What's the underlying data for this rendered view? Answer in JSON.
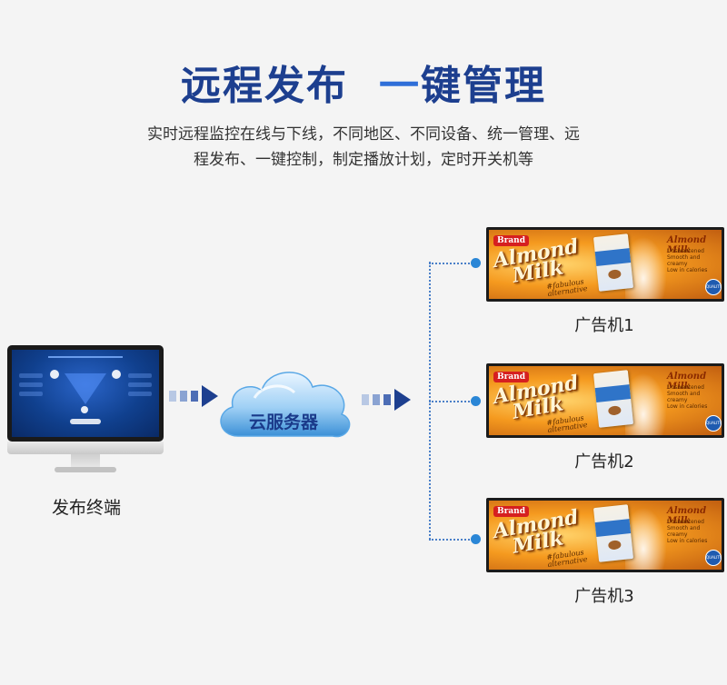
{
  "header": {
    "title_part1": "远程发布",
    "title_part2_dash": "一",
    "title_part2_rest": "键管理",
    "subtitle_line1": "实时远程监控在线与下线，不同地区、不同设备、统一管理、远",
    "subtitle_line2": "程发布、一键控制，制定播放计划，定时开关机等"
  },
  "terminal": {
    "label": "发布终端"
  },
  "cloud": {
    "label": "云服务器"
  },
  "ad": {
    "brand": "Brand",
    "name_line1": "Almond",
    "name_line2": "Milk",
    "tagline1": "#fabulous",
    "tagline2": "alternative",
    "side_title": "Almond Milk",
    "benefits": [
      "Unsweetened",
      "Smooth and creamy",
      "Low in calories"
    ],
    "badge": "QUALITY"
  },
  "displays": [
    {
      "label": "广告机1"
    },
    {
      "label": "广告机2"
    },
    {
      "label": "广告机3"
    }
  ],
  "colors": {
    "title_blue": "#1d3f8f",
    "accent_blue": "#2f6fd8",
    "connector": "#4a7fc8",
    "dot": "#2a86d6"
  },
  "icons": [
    "desktop-monitor-icon",
    "cloud-server-icon",
    "arrow-right-icon"
  ]
}
